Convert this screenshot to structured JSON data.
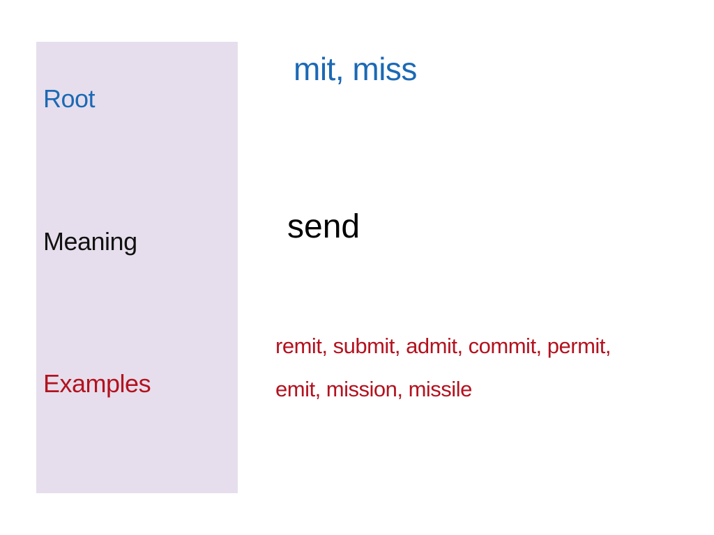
{
  "labels": {
    "root": "Root",
    "meaning": "Meaning",
    "examples": "Examples"
  },
  "values": {
    "root": "mit, miss",
    "meaning": "send",
    "examples_line1": "remit, submit, admit, commit, permit,",
    "examples_line2": "emit, mission, missile"
  },
  "colors": {
    "panel": "#e6deec",
    "blue": "#1b69b5",
    "red": "#b3121f",
    "black": "#000000"
  }
}
